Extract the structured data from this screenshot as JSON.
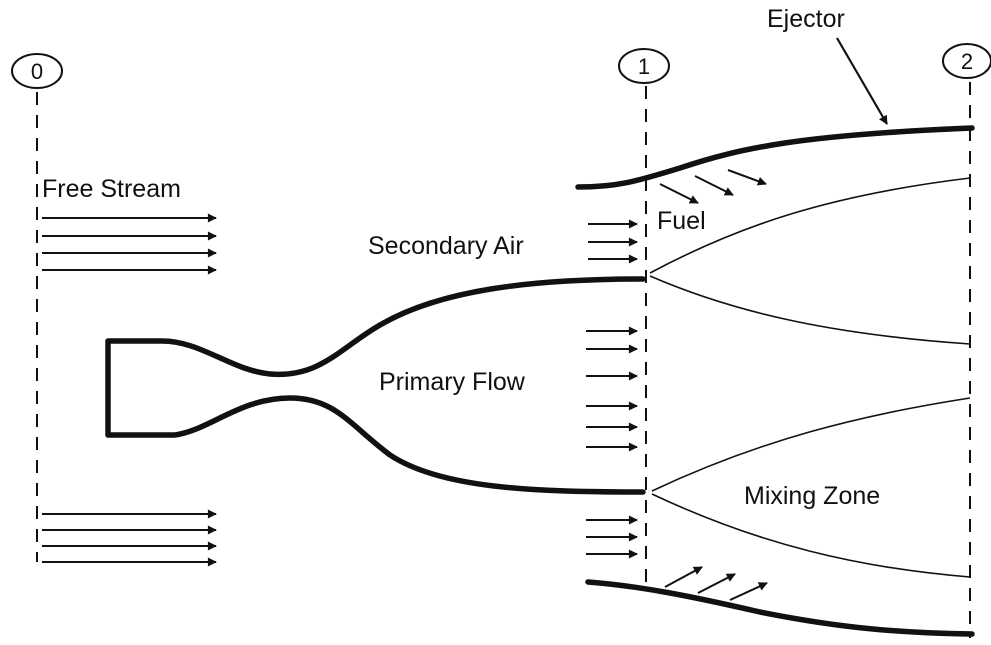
{
  "stations": [
    "0",
    "1",
    "2"
  ],
  "labels": {
    "ejector": "Ejector",
    "free_stream": "Free Stream",
    "secondary_air": "Secondary Air",
    "fuel": "Fuel",
    "primary_flow": "Primary Flow",
    "mixing_zone": "Mixing Zone"
  }
}
